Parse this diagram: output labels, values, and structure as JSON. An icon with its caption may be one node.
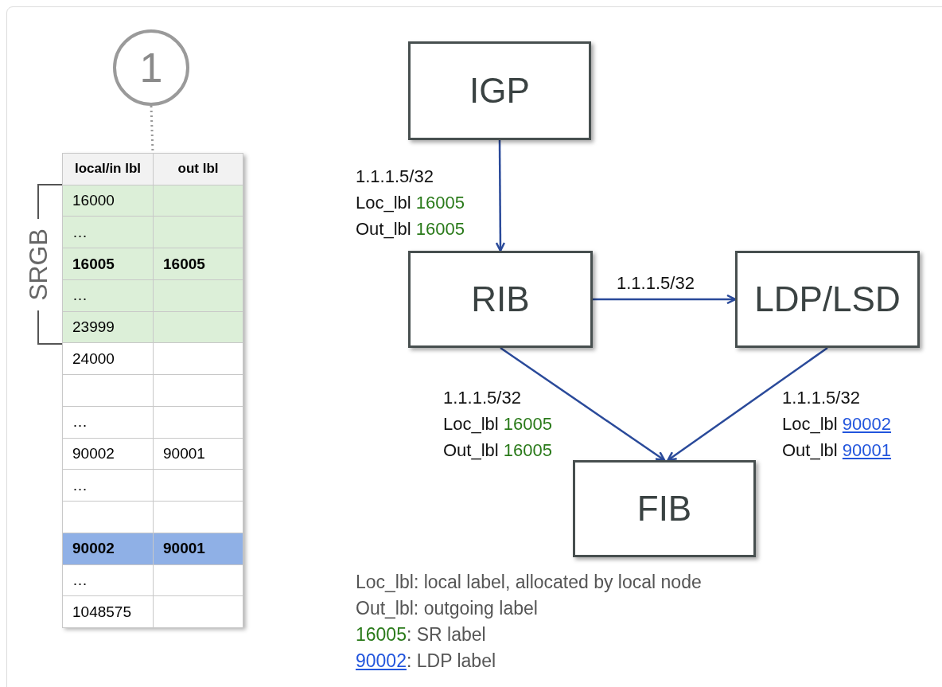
{
  "diagram": {
    "nodes": [
      {
        "text": [
          "1"
        ]
      },
      {
        "text": [],
        "shape": "box"
      },
      {
        "text": [
          "IGP"
        ]
      },
      {
        "text": [
          "RIB"
        ]
      },
      {
        "text": [
          "LDP/LSD"
        ]
      },
      {
        "text": [
          "FIB"
        ]
      }
    ],
    "edges": [
      {
        "from": 0,
        "to": 1,
        "arrow": "none",
        "style": "dashed",
        "color": "#999999"
      },
      {
        "from": 2,
        "to": 3,
        "arrow": "to",
        "label": "1.1.1.5/32 Loc_lbl 16005 Out_lbl 16005"
      },
      {
        "from": 3,
        "to": 4,
        "arrow": "to",
        "label": "1.1.1.5/32"
      },
      {
        "from": 3,
        "to": 5,
        "arrow": "to",
        "label": "1.1.1.5/32 Loc_lbl 16005 Out_lbl 16005"
      },
      {
        "from": 4,
        "to": 5,
        "arrow": "to",
        "label": "1.1.1.5/32 Loc_lbl 90002 Out_lbl 90001"
      }
    ],
    "labels": [
      "local/in lbl",
      "out lbl",
      "16000",
      "…",
      "16005",
      "16005",
      "…",
      "23999",
      "24000",
      "…",
      "90002",
      "90001",
      "…",
      "90002",
      "90001",
      "…",
      "1048575",
      "SRGB",
      "Loc_lbl: local label, allocated by local node",
      "Out_lbl: outgoing label",
      "16005: SR label",
      "90002: LDP label"
    ]
  }
}
